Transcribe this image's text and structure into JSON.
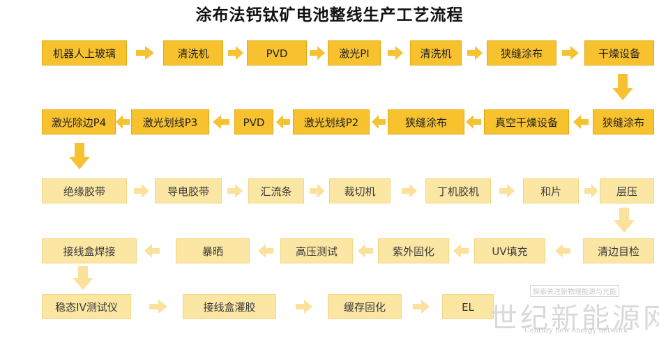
{
  "title": "涂布法钙钛矿电池整线生产工艺流程",
  "row1": [
    "机器人上玻璃",
    "清洗机",
    "PVD",
    "激光PI",
    "清洗机",
    "狭缝涂布",
    "干燥设备"
  ],
  "row2": [
    "激光除边P4",
    "激光划线P3",
    "PVD",
    "激光划线P2",
    "狭缝涂布",
    "真空干燥设备",
    "狭缝涂布"
  ],
  "row3": [
    "绝缘胶带",
    "导电胶带",
    "汇流条",
    "裁切机",
    "丁机胶机",
    "和片",
    "层压"
  ],
  "row4": [
    "接线盒焊接",
    "暴晒",
    "高压测试",
    "紫外固化",
    "UV填充",
    "清边目检"
  ],
  "row5": [
    "稳态IV测试仪",
    "接线盒灌胶",
    "缓存固化",
    "EL"
  ],
  "watermark": {
    "cn": "世纪新能源网",
    "top": "探索关注新物理能源与光能",
    "en": "Century new energy network"
  },
  "colors": {
    "dark_fill": "#f8c22e",
    "light_fill": "#fbe6a3",
    "dark_arrow": "#f6c232",
    "light_arrow": "#fbe19c"
  }
}
